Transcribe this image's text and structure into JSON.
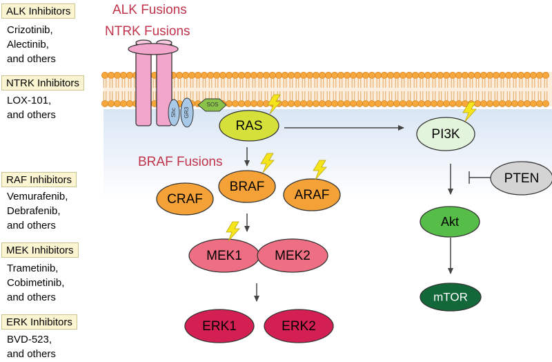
{
  "inhibitors": [
    {
      "title": "ALK Inhibitors",
      "drugs": "Crizotinib,\nAlectinib,\nand others"
    },
    {
      "title": "NTRK Inhibitors",
      "drugs": "LOX-101,\nand others"
    },
    {
      "title": "RAF Inhibitors",
      "drugs": "Vemurafenib,\nDebrafenib,\nand others"
    },
    {
      "title": "MEK Inhibitors",
      "drugs": "Trametinib,\nCobimetinib,\nand others"
    },
    {
      "title": "ERK Inhibitors",
      "drugs": "BVD-523,\nand others"
    }
  ],
  "fusions": {
    "alk": "ALK Fusions",
    "ntrk": "NTRK Fusions",
    "braf": "BRAF Fusions"
  },
  "adaptors": {
    "shc": "Shc",
    "gr3": "GR3",
    "sos": "SOS"
  },
  "nodes": {
    "ras": "RAS",
    "craf": "CRAF",
    "braf": "BRAF",
    "araf": "ARAF",
    "mek1": "MEK1",
    "mek2": "MEK2",
    "erk1": "ERK1",
    "erk2": "ERK2",
    "pi3k": "PI3K",
    "pten": "PTEN",
    "akt": "Akt",
    "mtor": "mTOR"
  },
  "colors": {
    "fusion_text": "#c0334a",
    "raf": "#f4a138",
    "mek": "#ee6f83",
    "erk": "#d41f52",
    "ras": "#d5e13a",
    "pi3k": "#e3f4dc",
    "pten": "#d4d4d4",
    "akt": "#56bd48",
    "mtor": "#13683a",
    "membrane_head": "#f7a83c",
    "receptor": "#f2a6cc",
    "lightning": "#f7e51c"
  }
}
